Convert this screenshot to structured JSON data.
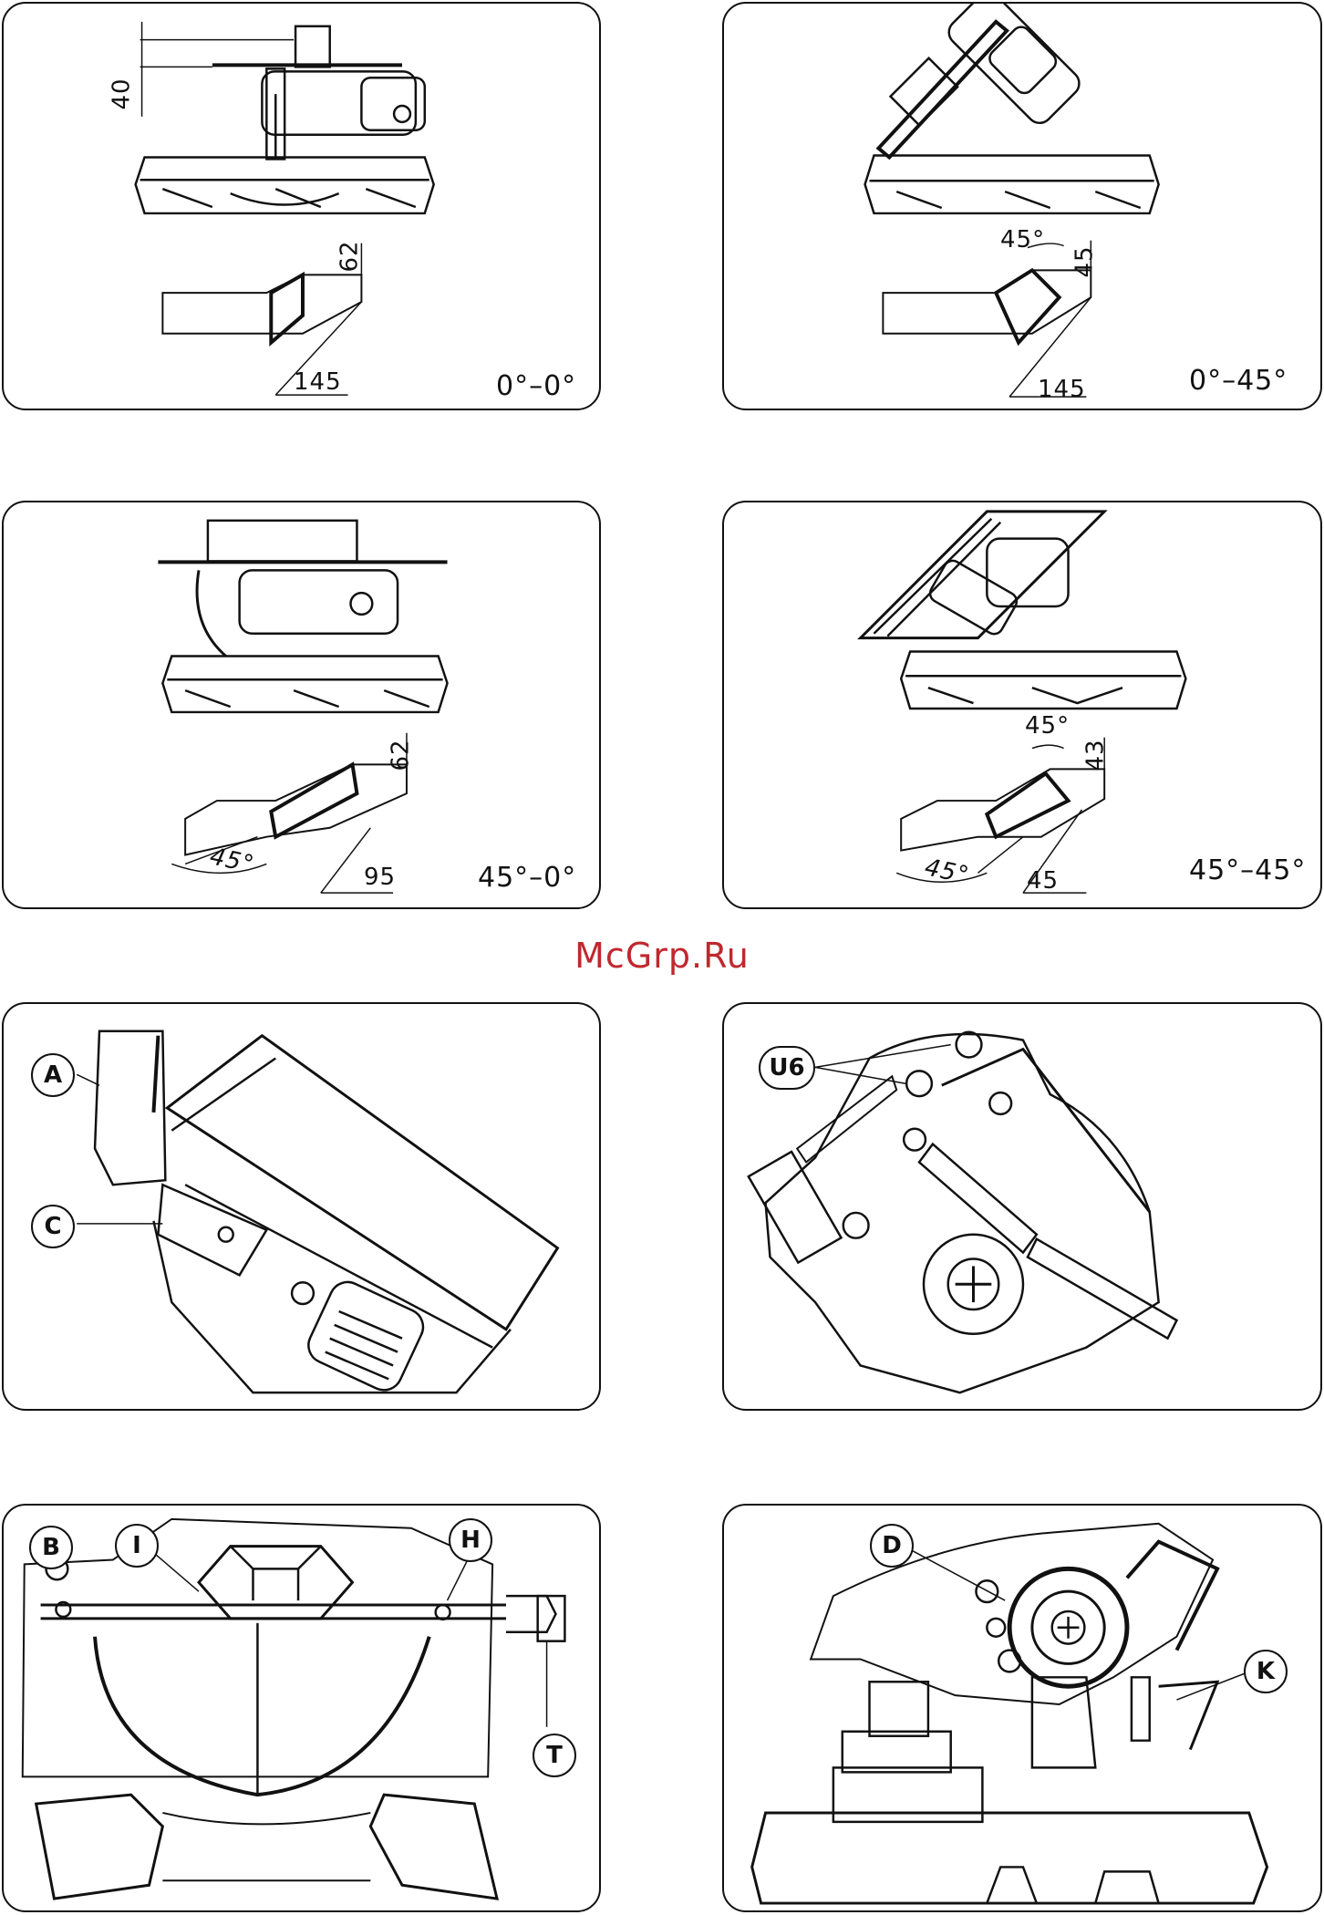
{
  "panels": {
    "p1": {
      "angle": "0°–0°",
      "dim_top": "40",
      "dim_height": "62",
      "dim_width": "145"
    },
    "p2": {
      "angle": "0°–45°",
      "dim_tilt": "45°",
      "dim_height": "45",
      "dim_width": "145"
    },
    "p3": {
      "angle": "45°–0°",
      "dim_height": "62",
      "dim_width": "95",
      "dim_miter": "45°"
    },
    "p4": {
      "angle": "45°–45°",
      "dim_tilt": "45°",
      "dim_height": "43",
      "dim_width": "45",
      "dim_miter": "45°"
    },
    "p5": {
      "callout_a": "A",
      "callout_c": "C"
    },
    "p6": {
      "callout_u6": "U6"
    },
    "p7": {
      "callout_b": "B",
      "callout_i": "I",
      "callout_h": "H",
      "callout_t": "T"
    },
    "p8": {
      "callout_d": "D",
      "callout_k": "K"
    }
  },
  "watermark": "McGrp.Ru"
}
